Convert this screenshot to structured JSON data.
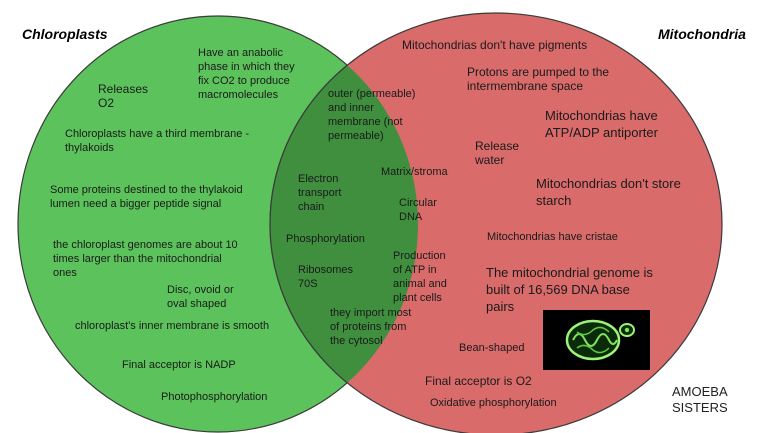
{
  "diagram": {
    "left_title": "Chloroplasts",
    "right_title": "Mitochondria",
    "colors": {
      "left_fill": "#5cc35c",
      "right_fill": "#d96b6b",
      "overlap_fill": "#3f8f3f",
      "outline": "#3a3a3a"
    },
    "left_only": [
      "Releases\nO2",
      "Have an anabolic\nphase in which they\nfix CO2 to produce\nmacromolecules",
      "Chloroplasts have a third membrane -\nthylakoids",
      "Some proteins destined to the thylakoid\nlumen need a bigger peptide signal",
      "the chloroplast genomes are about 10\ntimes larger than the mitochondrial\nones",
      "Disc, ovoid or\noval shaped",
      "chloroplast's inner membrane is smooth",
      "Final acceptor is NADP",
      "Photophosphorylation"
    ],
    "shared": [
      "outer (permeable)\nand inner\nmembrane (not\npermeable)",
      "Electron\ntransport\nchain",
      "Matrix/stroma",
      "Circular\nDNA",
      "Phosphorylation",
      "Ribosomes\n70S",
      "Production\nof ATP in\nanimal and\nplant cells",
      "they import most\nof proteins from\nthe cytosol"
    ],
    "right_only": [
      "Mitochondrias don't have pigments",
      "Protons are pumped to the\nintermembrane space",
      "Mitochondrias have\nATP/ADP antiporter",
      "Release\nwater",
      "Mitochondrias don't store\nstarch",
      "Mitochondrias have cristae",
      "The mitochondrial genome is\nbuilt of 16,569 DNA base\npairs",
      "Bean-shaped",
      "Final acceptor is O2",
      "Oxidative phosphorylation"
    ],
    "credit": "AMOEBA\nSISTERS"
  }
}
